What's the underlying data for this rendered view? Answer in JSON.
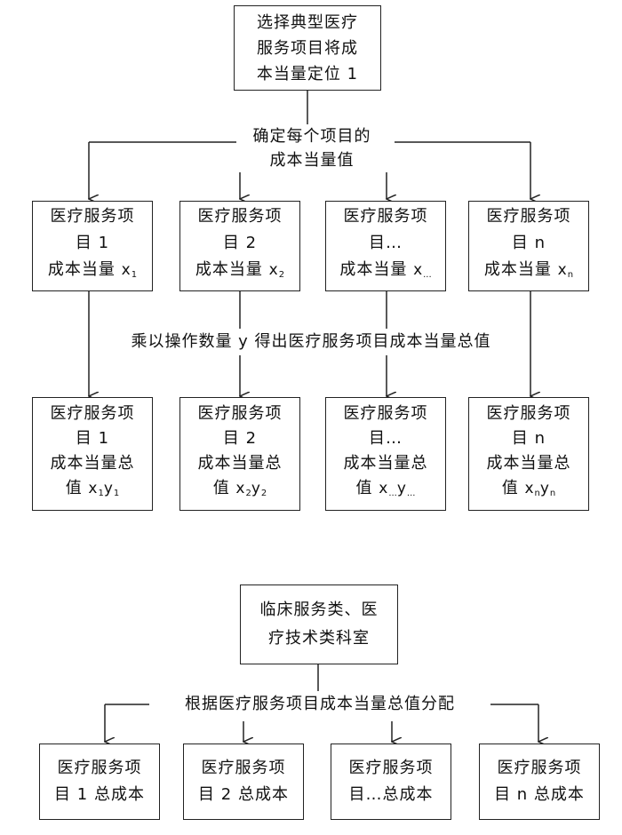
{
  "top": {
    "box": [
      "选择典型医疗",
      "服务项目将成",
      "本当量定位 1"
    ],
    "label": [
      "确定每个项目的",
      "成本当量值"
    ],
    "items": [
      {
        "l1": "医疗服务项",
        "l2": "目 1",
        "l3": "成本当量",
        "s": "1"
      },
      {
        "l1": "医疗服务项",
        "l2": "目 2",
        "l3": "成本当量",
        "s": "2"
      },
      {
        "l1": "医疗服务项",
        "l2": "目…",
        "l3": "成本当量",
        "s": "..."
      },
      {
        "l1": "医疗服务项",
        "l2": "目 n",
        "l3": "成本当量",
        "s": "n"
      }
    ],
    "var_x": "x",
    "var_y": "y",
    "mult_label": "乘以操作数量 y 得出医疗服务项目成本当量总值",
    "totals": [
      {
        "l1": "医疗服务项",
        "l2": "目 1",
        "l3": "成本当量总",
        "l4": "值",
        "s": "1"
      },
      {
        "l1": "医疗服务项",
        "l2": "目 2",
        "l3": "成本当量总",
        "l4": "值",
        "s": "2"
      },
      {
        "l1": "医疗服务项",
        "l2": "目…",
        "l3": "成本当量总",
        "l4": "值",
        "s": "..."
      },
      {
        "l1": "医疗服务项",
        "l2": "目 n",
        "l3": "成本当量总",
        "l4": "值",
        "s": "n"
      }
    ]
  },
  "bottom": {
    "box": [
      "临床服务类、医",
      "疗技术类科室"
    ],
    "label": "根据医疗服务项目成本当量总值分配",
    "items": [
      {
        "l1": "医疗服务项",
        "l2": "目 1 总成本"
      },
      {
        "l1": "医疗服务项",
        "l2": "目 2 总成本"
      },
      {
        "l1": "医疗服务项",
        "l2": "目…总成本"
      },
      {
        "l1": "医疗服务项",
        "l2": "目 n 总成本"
      }
    ]
  }
}
